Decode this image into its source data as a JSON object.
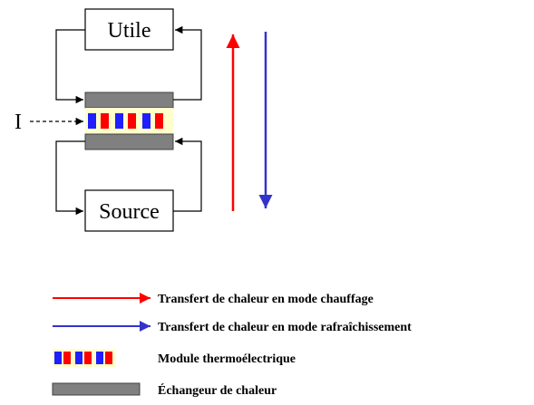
{
  "diagram": {
    "boxes": {
      "utile": "Utile",
      "source": "Source"
    },
    "current_label": "I"
  },
  "legend": {
    "items": [
      {
        "label": "Transfert de chaleur en mode chauffage",
        "color": "#ff0000"
      },
      {
        "label": "Transfert de chaleur en mode rafraîchissement",
        "color": "#3333cc"
      },
      {
        "label": "Module thermoélectrique"
      },
      {
        "label": "Échangeur de chaleur"
      }
    ]
  },
  "colors": {
    "heating": "#ff0000",
    "cooling": "#3333cc",
    "exchanger": "#808080",
    "module_band": "#ffffcc",
    "module_red": "#ff0000",
    "module_blue": "#1f1fff"
  }
}
